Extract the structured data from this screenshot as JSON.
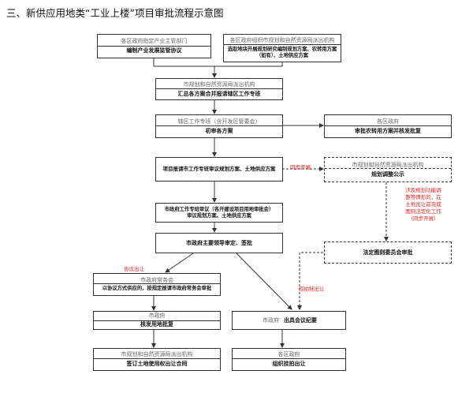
{
  "title": "三、新供应用地类“工业上楼”项目审批流程示意图",
  "nodes": {
    "dept": {
      "org": "各区政府指定产业主管部门",
      "task": "编制产业发展监管协议"
    },
    "pb": {
      "org": "各区政府组织市规划和自然资源局派出机构",
      "task1": "选取地块开展规划研究编制规划方案、农转用方案",
      "task2": "（如有）、土地供应方案"
    },
    "summary": {
      "org": "市规划和自然资源局派出机构",
      "task": "汇总各方案合并报请辖区工作专班"
    },
    "review": {
      "org": "辖区工作专班（含开发区管委会）",
      "task": "初审各方案"
    },
    "reportCity": {
      "task": "项目报请市工作专班审议规划方案、土地供应方案"
    },
    "cityReview": {
      "task1": "市政府工作专班审议（各开建设项目用地审批会）",
      "task2": "审议规划方案、土地供应方案"
    },
    "leader": {
      "task": "市政府主要领导审定、签批"
    },
    "districtGov": {
      "org": "各区政府",
      "task": "审批农转用方案并核发批复"
    },
    "publicity": {
      "org": "市规划和自然资源局派出机构",
      "task": "规划调整公示"
    },
    "legal": {
      "task": "法定图则委员会审批"
    },
    "committee": {
      "org": "市政府常务会",
      "task": "以协议方式供应的，按规定报请市政府常务会审批"
    },
    "approvalCity": {
      "org": "市政府",
      "task": "核发用地批复"
    },
    "auctionCity": {
      "org": "市政府",
      "task": "出具会议纪要"
    },
    "contract": {
      "org": "市规划和自然资源局派出机构",
      "task": "签订土地使用权出让合同"
    },
    "auctionDist": {
      "org": "各区政府",
      "task": "组织挂拍出让"
    }
  },
  "notes": {
    "parallel": "同步开展",
    "protocol": "协议出让",
    "auction": "招拍挂出让",
    "adjustment": [
      "涉及规划功能调",
      "整等情形的，在",
      "土地出让前完成",
      "图则法定化工作",
      "（同步开展）"
    ]
  }
}
